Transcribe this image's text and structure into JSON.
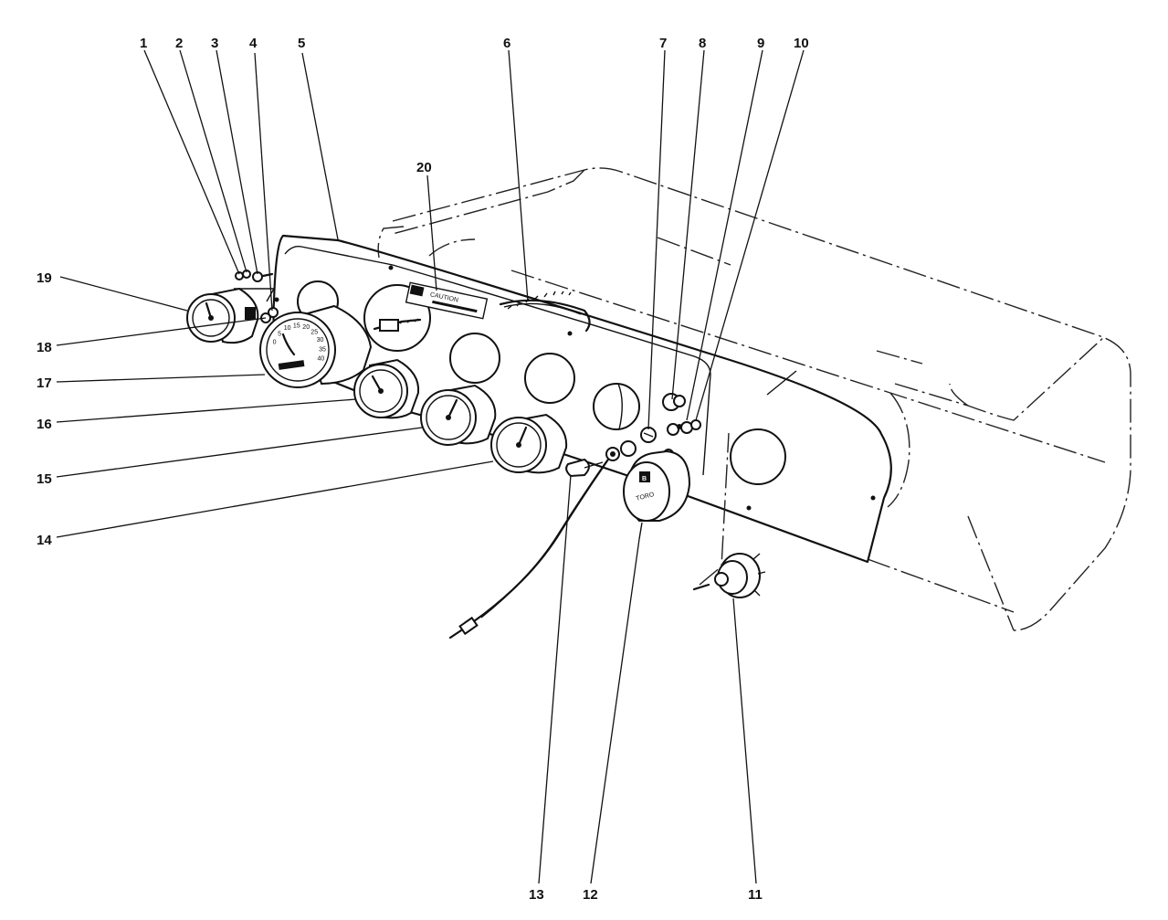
{
  "callouts": [
    {
      "id": "1",
      "label": "1"
    },
    {
      "id": "2",
      "label": "2"
    },
    {
      "id": "3",
      "label": "3"
    },
    {
      "id": "4",
      "label": "4"
    },
    {
      "id": "5",
      "label": "5"
    },
    {
      "id": "6",
      "label": "6"
    },
    {
      "id": "7",
      "label": "7"
    },
    {
      "id": "8",
      "label": "8"
    },
    {
      "id": "9",
      "label": "9"
    },
    {
      "id": "10",
      "label": "10"
    },
    {
      "id": "11",
      "label": "11"
    },
    {
      "id": "12",
      "label": "12"
    },
    {
      "id": "13",
      "label": "13"
    },
    {
      "id": "14",
      "label": "14"
    },
    {
      "id": "15",
      "label": "15"
    },
    {
      "id": "16",
      "label": "16"
    },
    {
      "id": "17",
      "label": "17"
    },
    {
      "id": "18",
      "label": "18"
    },
    {
      "id": "19",
      "label": "19"
    },
    {
      "id": "20",
      "label": "20"
    }
  ],
  "decal": {
    "heading": "CAUTION"
  },
  "speedometer": {
    "dial_numbers": [
      "0",
      "5",
      "10",
      "15",
      "20",
      "25",
      "30",
      "35",
      "40"
    ]
  },
  "switch_plate": {
    "letter": "B",
    "brand": "TORO"
  }
}
